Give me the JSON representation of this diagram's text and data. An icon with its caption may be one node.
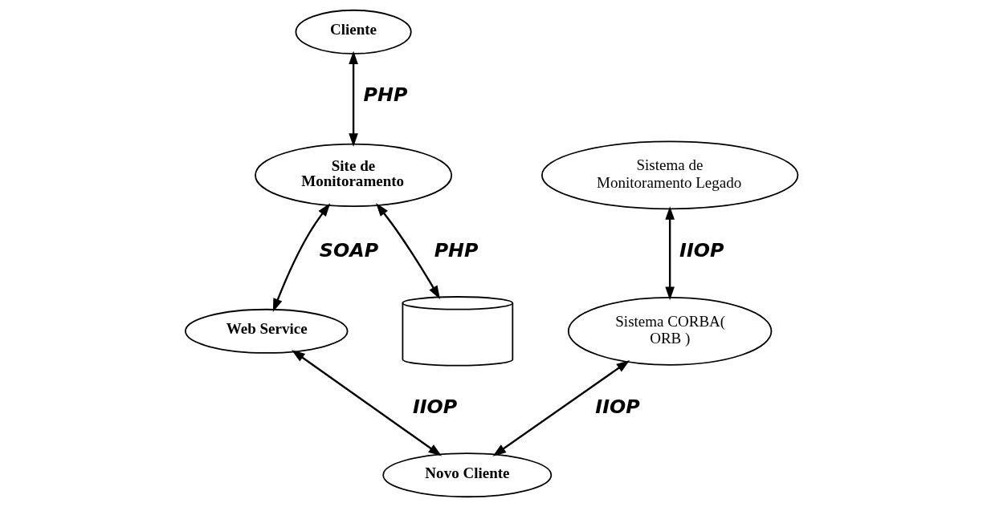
{
  "diagram": {
    "nodes": [
      {
        "text": [
          "Cliente"
        ]
      },
      {
        "text": [
          "Site de Monitoramento"
        ]
      },
      {
        "text": [
          "Web Service"
        ]
      },
      {
        "text": [],
        "shape": "cylinder"
      },
      {
        "text": [
          "Sistema CORBA( ORB )"
        ]
      },
      {
        "text": [
          "Novo Cliente"
        ]
      },
      {
        "text": [
          "Sistema de Monitoramento Legado"
        ]
      }
    ],
    "edges": [
      {
        "from": 0,
        "to": 1,
        "arrow": "both",
        "label": "PHP"
      },
      {
        "from": 1,
        "to": 3,
        "arrow": "both",
        "label": "PHP"
      },
      {
        "from": 1,
        "to": 2,
        "arrow": "both",
        "label": "SOAP"
      },
      {
        "from": 2,
        "to": 5,
        "arrow": "both",
        "label": "IIOP"
      },
      {
        "from": 4,
        "to": 5,
        "arrow": "both",
        "label": "IIOP"
      },
      {
        "from": 6,
        "to": 4,
        "arrow": "both",
        "label": "IIOP"
      }
    ]
  }
}
